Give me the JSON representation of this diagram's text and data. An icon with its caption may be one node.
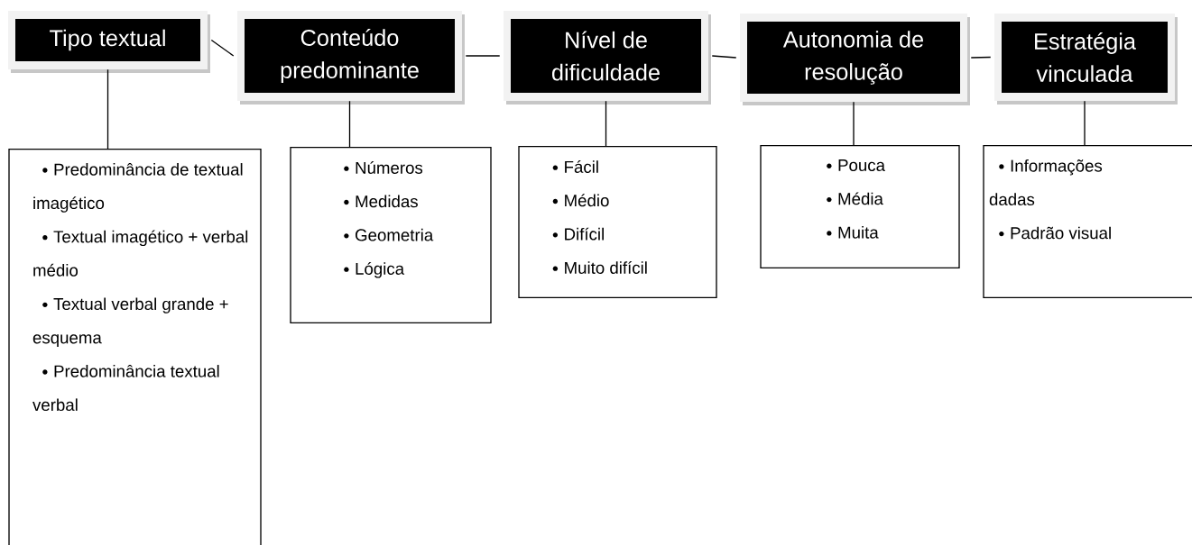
{
  "diagram": {
    "nodes": [
      {
        "text": [
          "Tipo textual"
        ]
      },
      {
        "text": [
          "Conteúdo predominante"
        ]
      },
      {
        "text": [
          "Nível de dificuldade"
        ]
      },
      {
        "text": [
          "Autonomia de resolução"
        ]
      },
      {
        "text": [
          "Estratégia vinculada"
        ]
      },
      {
        "text": [
          "Predominância de textual imagético",
          "Textual imagético + verbal médio",
          "Textual verbal grande + esquema",
          "Predominância textual verbal"
        ]
      },
      {
        "text": [
          "Números",
          "Medidas",
          "Geometria",
          "Lógica"
        ]
      },
      {
        "text": [
          "Fácil",
          "Médio",
          "Difícil",
          "Muito difícil"
        ]
      },
      {
        "text": [
          "Pouca",
          "Média",
          "Muita"
        ]
      },
      {
        "text": [
          "Informações dadas",
          "Padrão visual"
        ]
      }
    ],
    "edges": [
      {
        "from": 0,
        "to": 1,
        "arrow": "none"
      },
      {
        "from": 1,
        "to": 2,
        "arrow": "none"
      },
      {
        "from": 2,
        "to": 3,
        "arrow": "none"
      },
      {
        "from": 3,
        "to": 4,
        "arrow": "none"
      },
      {
        "from": 0,
        "to": 5,
        "arrow": "none"
      },
      {
        "from": 1,
        "to": 6,
        "arrow": "none"
      },
      {
        "from": 2,
        "to": 7,
        "arrow": "none"
      },
      {
        "from": 3,
        "to": 8,
        "arrow": "none"
      },
      {
        "from": 4,
        "to": 9,
        "arrow": "none"
      }
    ]
  }
}
